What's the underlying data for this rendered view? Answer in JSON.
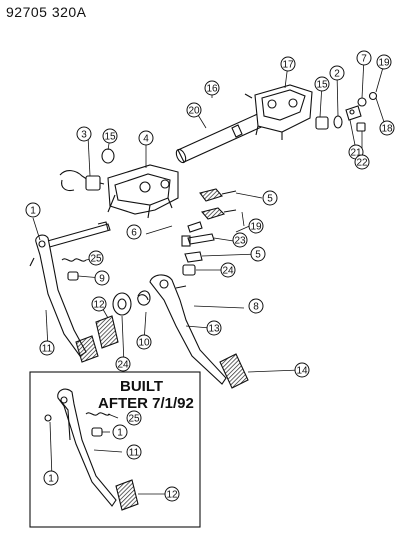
{
  "header": {
    "code": "92705  320A"
  },
  "inset": {
    "line1": "BUILT",
    "line2": "AFTER 7/1/92"
  },
  "callouts": {
    "c1a": "1",
    "c2": "2",
    "c3": "3",
    "c4": "4",
    "c5a": "5",
    "c5b": "5",
    "c6": "6",
    "c7": "7",
    "c8": "8",
    "c9": "9",
    "c10": "10",
    "c11a": "11",
    "c12a": "12",
    "c13": "13",
    "c14": "14",
    "c15a": "15",
    "c15b": "15",
    "c16": "16",
    "c17": "17",
    "c18": "18",
    "c19a": "19",
    "c19b": "19",
    "c20": "20",
    "c21": "21",
    "c22": "22",
    "c23": "23",
    "c24a": "24",
    "c24b": "24",
    "c25a": "25",
    "c25b": "25",
    "c1b": "1",
    "c1c": "1",
    "c11b": "11",
    "c12b": "12"
  }
}
